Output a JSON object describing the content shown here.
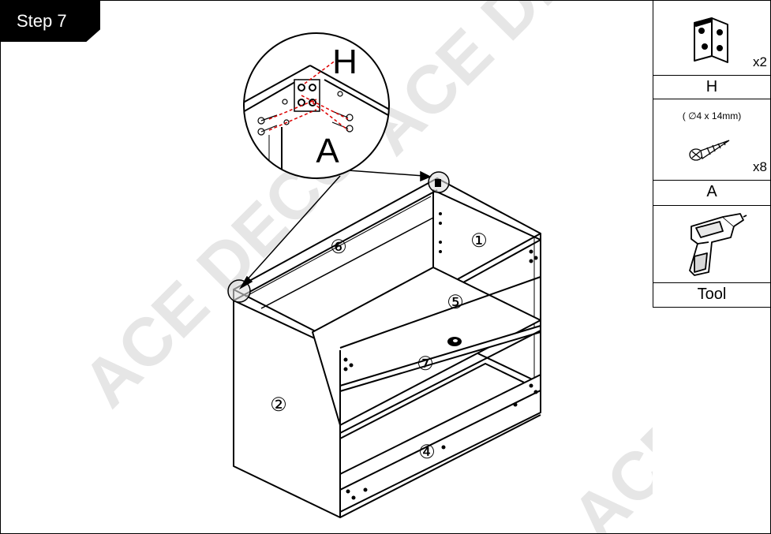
{
  "step": {
    "label": "Step 7"
  },
  "parts": [
    {
      "id": "H",
      "name": "corner-bracket",
      "quantity": "x2",
      "icon": "l-bracket-icon"
    },
    {
      "id": "A",
      "name": "screw",
      "size": "( ∅4 x 14mm)",
      "quantity": "x8",
      "icon": "screw-icon"
    }
  ],
  "tool": {
    "label": "Tool",
    "icon": "power-drill-icon"
  },
  "callout": {
    "bracket_label": "H",
    "screw_label": "A"
  },
  "panels": {
    "p1": "①",
    "p2": "②",
    "p4": "④",
    "p5": "⑤",
    "p6": "⑥",
    "p7": "⑦"
  },
  "watermark": {
    "text": "ACE DECOR"
  }
}
